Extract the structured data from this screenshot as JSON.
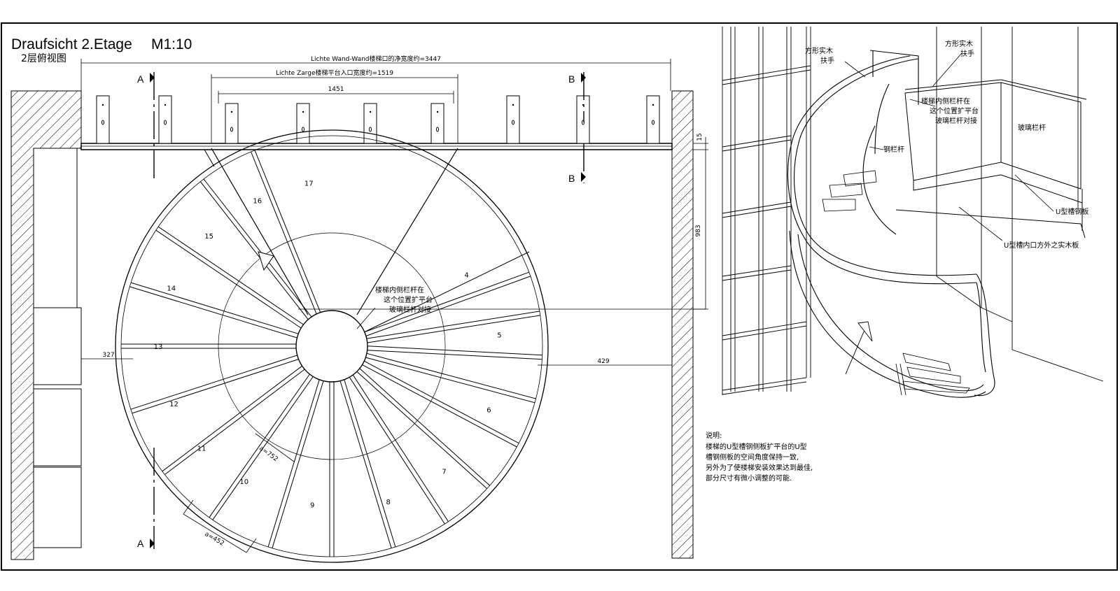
{
  "title": {
    "main": "Draufsicht 2.Etage",
    "scale": "M1:10",
    "subtitle": "2层俯视图"
  },
  "dimensions": {
    "wall_to_wall": "Lichte Wand-Wand楼梯口的净宽度约=3447",
    "frame_opening": "Lichte Zarge楼梯平台入口宽度约=1519",
    "inner_opening": "1451",
    "depth": "983",
    "top_gap": "15",
    "left_gap": "327",
    "right_gap": "429",
    "radius_inner": "a=752",
    "radius_outer": "a=452"
  },
  "section_markers": {
    "a_top": "A",
    "a_bottom": "A",
    "b_top": "B",
    "b_bottom": "B"
  },
  "steps": [
    "4",
    "5",
    "6",
    "7",
    "8",
    "9",
    "10",
    "11",
    "12",
    "13",
    "14",
    "15",
    "16",
    "17"
  ],
  "plan_note": [
    "楼梯内侧栏杆在",
    "这个位置扩平台",
    "玻璃栏杆对接"
  ],
  "view3d_labels": {
    "handrail_left": [
      "方形实木",
      "扶手"
    ],
    "handrail_right": [
      "方形实木",
      "扶手"
    ],
    "inner_rail_note": [
      "楼梯内侧栏杆在",
      "这个位置扩平台",
      "玻璃栏杆对接"
    ],
    "glass_rail": "玻璃栏杆",
    "steel_rail": "钢栏杆",
    "u_channel": "U型槽钢板",
    "u_channel_inner": "U型槽内口方外之实木板"
  },
  "notes": {
    "heading": "说明:",
    "lines": [
      "楼梯的U型槽钢侧板扩平台的U型",
      "槽钢侧板的空间角度保持一致,",
      "另外为了使楼梯安装效果达到最佳,",
      "部分尺寸有微小调整的可能."
    ]
  }
}
